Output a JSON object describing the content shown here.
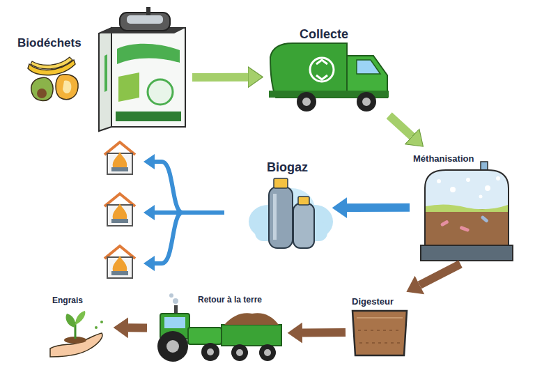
{
  "diagram": {
    "nodes": [
      {
        "text": [
          "Biodéchets"
        ]
      },
      {
        "text": [
          "Collecte"
        ]
      },
      {
        "text": [
          "Méthanisation"
        ]
      },
      {
        "text": [
          "Biogaz"
        ]
      },
      {
        "text": [
          "Digesteur"
        ]
      },
      {
        "text": [
          "Retour à la terre"
        ]
      },
      {
        "text": [
          "Engrais"
        ]
      }
    ],
    "edges": [
      {
        "from": 0,
        "to": 1,
        "arrow": "to"
      },
      {
        "from": 1,
        "to": 2,
        "arrow": "to"
      },
      {
        "from": 2,
        "to": 3,
        "arrow": "to"
      },
      {
        "from": 2,
        "to": 4,
        "arrow": "to"
      },
      {
        "from": 4,
        "to": 5,
        "arrow": "to"
      },
      {
        "from": 5,
        "to": 6,
        "arrow": "to"
      }
    ]
  }
}
